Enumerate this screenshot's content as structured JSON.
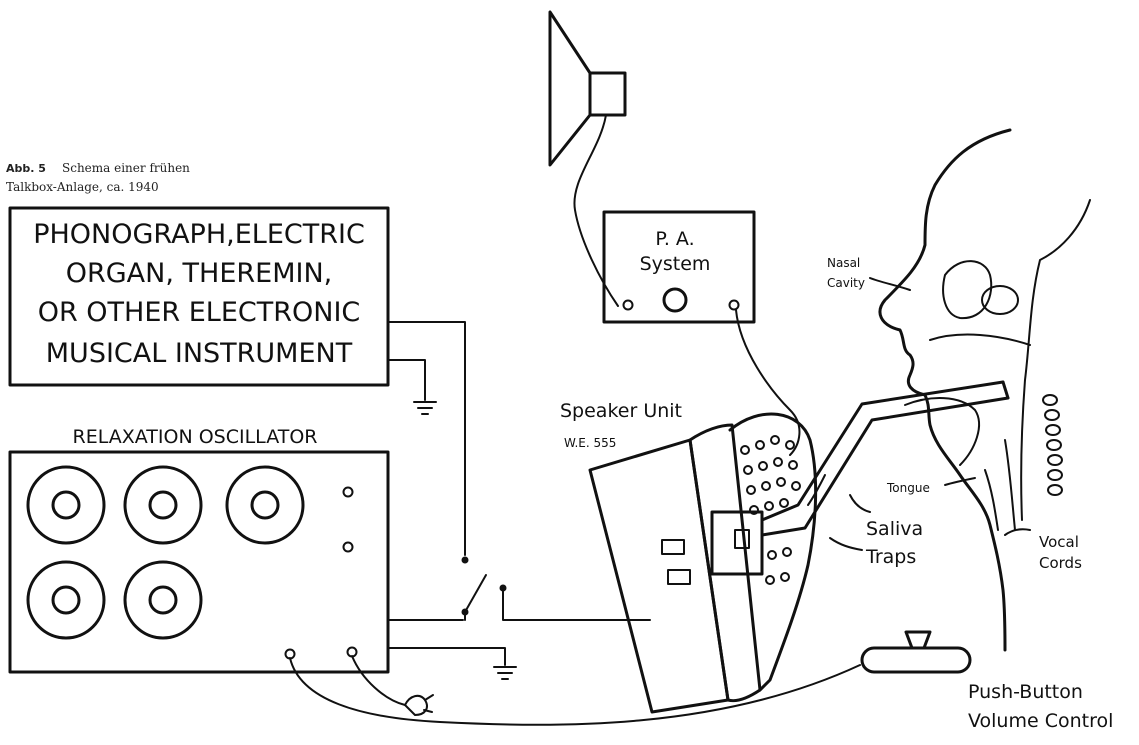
{
  "caption": {
    "label": "Abb. 5",
    "line1": "Schema einer frühen",
    "line2": "Talkbox-Anlage, ca. 1940"
  },
  "source_box": {
    "lines": [
      "PHONOGRAPH,ELECTRIC",
      "ORGAN, THEREMIN,",
      "OR OTHER ELECTRONIC",
      "MUSICAL INSTRUMENT"
    ]
  },
  "oscillator": {
    "title": "RELAXATION OSCILLATOR"
  },
  "pa_system": {
    "line1": "P. A.",
    "line2": "System"
  },
  "speaker": {
    "label": "Speaker Unit",
    "model": "W.E. 555"
  },
  "saliva": {
    "line1": "Saliva",
    "line2": "Traps"
  },
  "anatomy": {
    "nasal_line1": "Nasal",
    "nasal_line2": "Cavity",
    "tongue": "Tongue",
    "vocal_line1": "Vocal",
    "vocal_line2": "Cords"
  },
  "push_button": {
    "line1": "Push-Button",
    "line2": "Volume Control"
  }
}
